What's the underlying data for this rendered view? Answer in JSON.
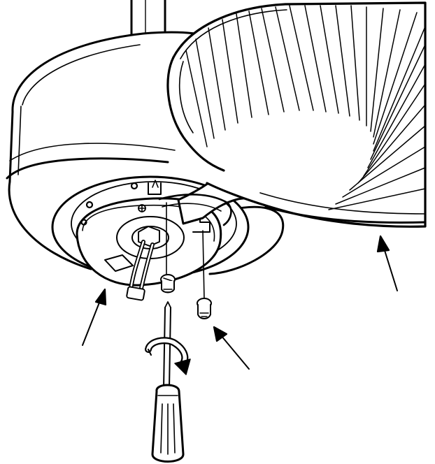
{
  "illustration": {
    "subject": "ceiling-fan-blade-attachment",
    "parts": [
      "downrod",
      "motor-housing",
      "switch-housing",
      "blade-iron",
      "fan-blade",
      "screw",
      "screwdriver",
      "rotation-arrow",
      "leader-arrow"
    ],
    "colors": {
      "ink": "#000000",
      "paper": "#ffffff"
    }
  }
}
